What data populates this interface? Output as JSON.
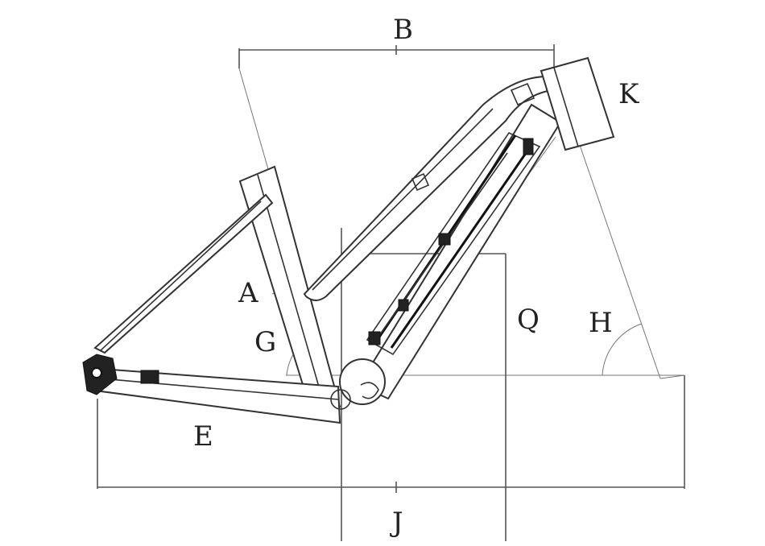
{
  "labels": {
    "A": "A",
    "B": "B",
    "E": "E",
    "G": "G",
    "H": "H",
    "J": "J",
    "K": "K",
    "Q": "Q"
  }
}
